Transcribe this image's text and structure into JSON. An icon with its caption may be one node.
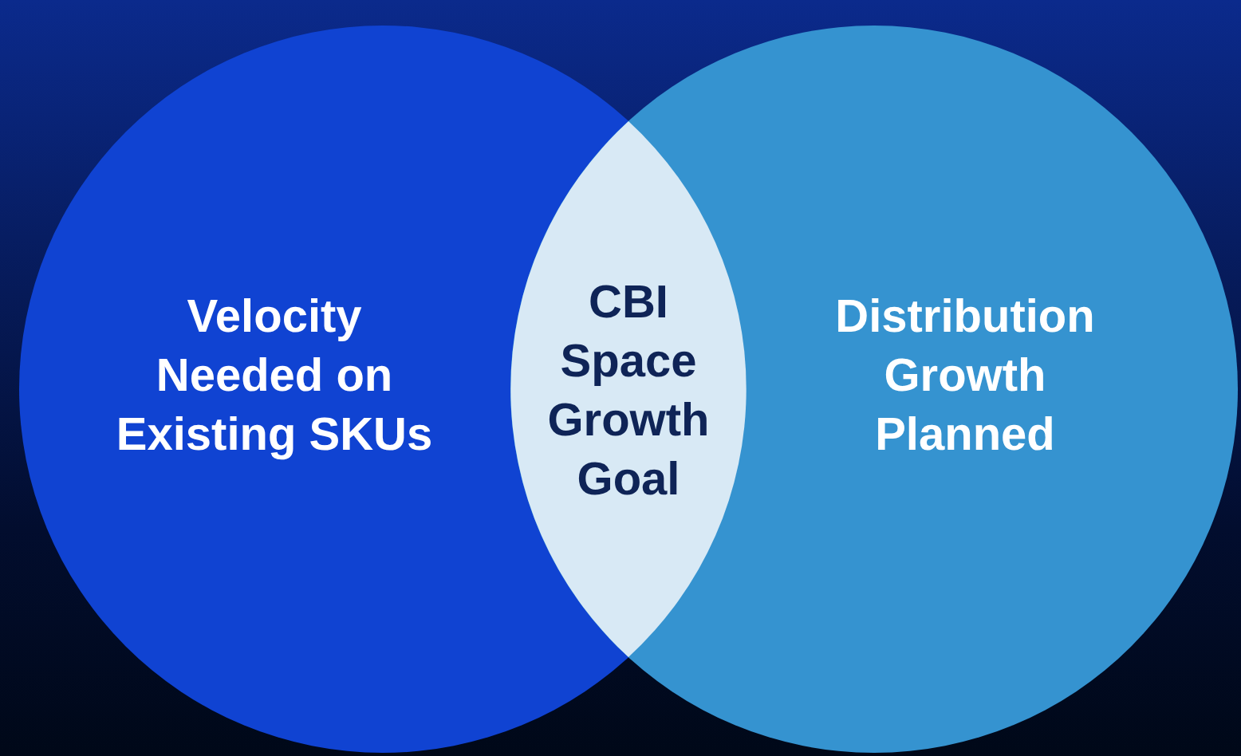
{
  "diagram": {
    "nodes": [
      {
        "text": [
          "Velocity Needed on Existing SKUs"
        ]
      },
      {
        "text": [
          "Distribution Growth Planned"
        ]
      },
      {
        "text": [
          "CBI Space Growth Goal"
        ]
      }
    ],
    "edges": []
  }
}
